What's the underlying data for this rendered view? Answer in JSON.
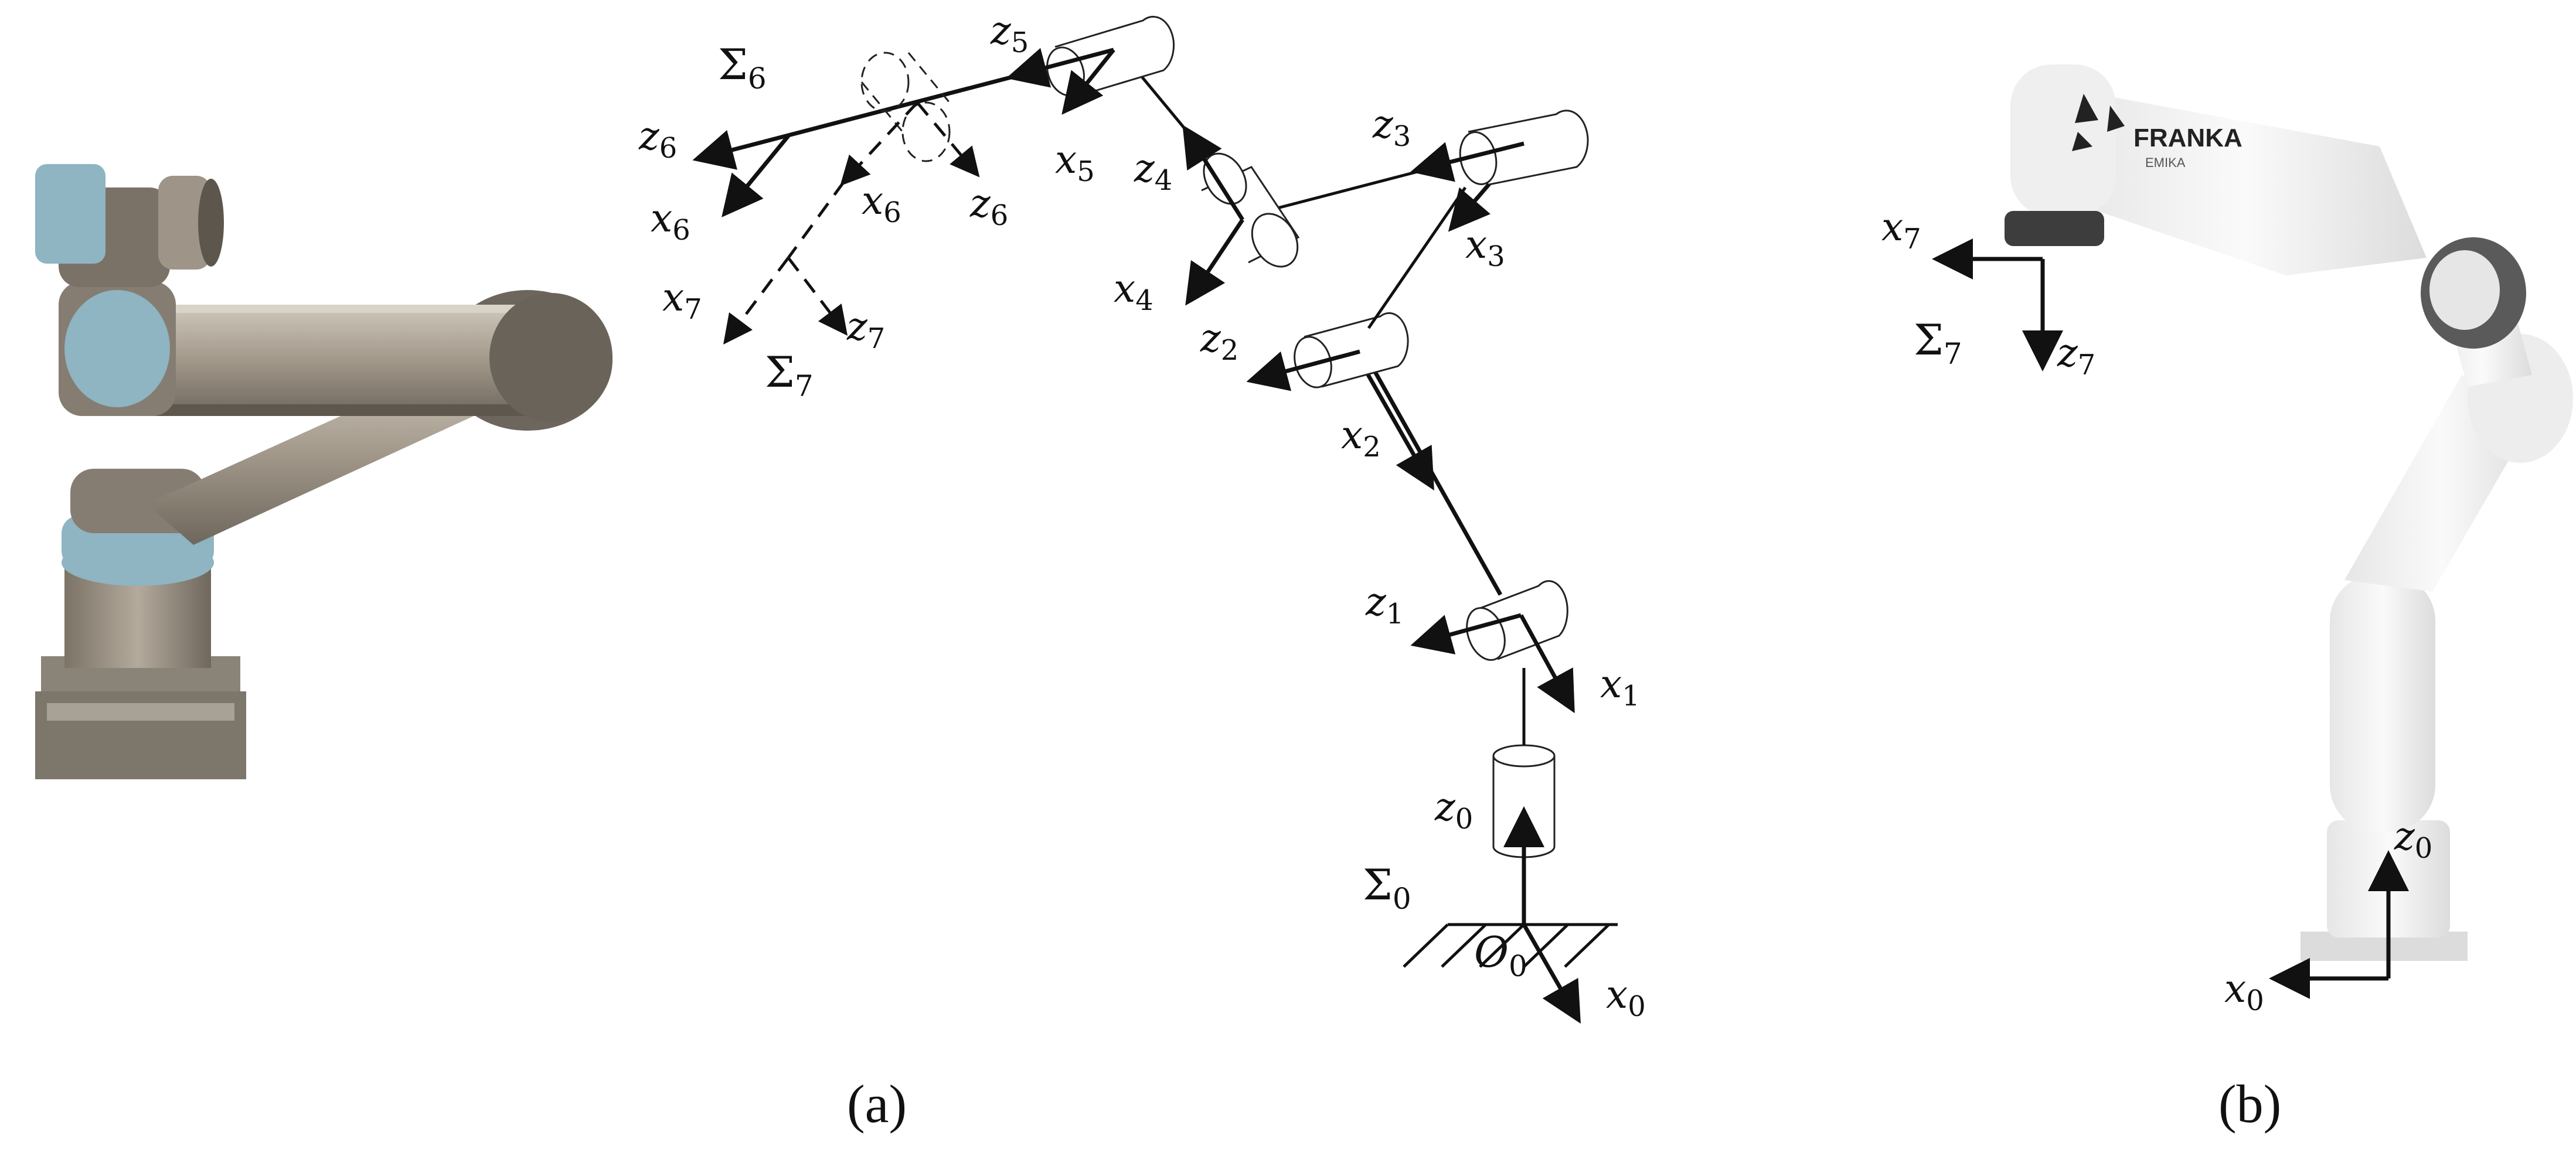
{
  "figure": {
    "panel_a": {
      "caption": "(a)",
      "frame_labels": {
        "sigma0": "Σ",
        "sigma0_sub": "0",
        "sigma6": "Σ",
        "sigma6_sub": "6",
        "sigma7": "Σ",
        "sigma7_sub": "7",
        "origin": "O",
        "origin_sub": "0"
      },
      "axis_labels": [
        {
          "id": "z0",
          "v": "z",
          "s": "0"
        },
        {
          "id": "x0",
          "v": "x",
          "s": "0"
        },
        {
          "id": "z1",
          "v": "z",
          "s": "1"
        },
        {
          "id": "x1",
          "v": "x",
          "s": "1"
        },
        {
          "id": "z2",
          "v": "z",
          "s": "2"
        },
        {
          "id": "x2",
          "v": "x",
          "s": "2"
        },
        {
          "id": "z3",
          "v": "z",
          "s": "3"
        },
        {
          "id": "x3",
          "v": "x",
          "s": "3"
        },
        {
          "id": "z4",
          "v": "z",
          "s": "4"
        },
        {
          "id": "x4",
          "v": "x",
          "s": "4"
        },
        {
          "id": "z5",
          "v": "z",
          "s": "5"
        },
        {
          "id": "x5",
          "v": "x",
          "s": "5"
        },
        {
          "id": "z6",
          "v": "z",
          "s": "6"
        },
        {
          "id": "x6",
          "v": "x",
          "s": "6"
        },
        {
          "id": "z6b",
          "v": "z",
          "s": "6"
        },
        {
          "id": "x6b",
          "v": "x",
          "s": "6"
        },
        {
          "id": "x7",
          "v": "x",
          "s": "7"
        },
        {
          "id": "z7",
          "v": "z",
          "s": "7"
        }
      ]
    },
    "panel_b": {
      "caption": "(b)",
      "logo_text": "FRANKA",
      "logo_subtext": "EMIKA",
      "frame_labels": {
        "sigma7": "Σ",
        "sigma7_sub": "7"
      },
      "axis_labels": [
        {
          "id": "bx7",
          "v": "x",
          "s": "7"
        },
        {
          "id": "bz7",
          "v": "z",
          "s": "7"
        },
        {
          "id": "bz0",
          "v": "z",
          "s": "0"
        },
        {
          "id": "bx0",
          "v": "x",
          "s": "0"
        }
      ]
    },
    "colors": {
      "ink": "#111111",
      "ur_cap": "#8fb4c2",
      "ur_metal": "#9e9588",
      "franka_white": "#f2f2f2"
    }
  }
}
